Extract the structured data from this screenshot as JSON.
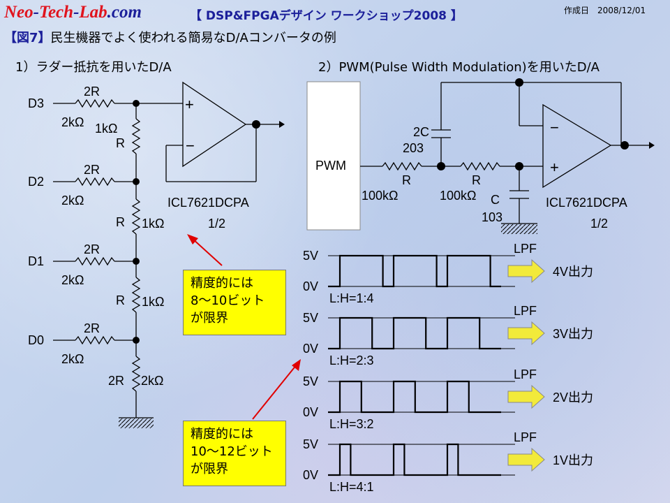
{
  "header": {
    "brand_parts": [
      "Neo",
      "-",
      "Tech",
      "-",
      "Lab",
      ".com"
    ],
    "workshop_title": "【 DSP&FPGAデザイン ワークショップ2008 】",
    "date": "作成日　2008/12/01"
  },
  "figure": {
    "tag": "【図7】",
    "title": "民生機器でよく使われる簡易なD/Aコンバータの例"
  },
  "left": {
    "subtitle": "1）ラダー抵抗を用いたD/A",
    "inputs": [
      "D3",
      "D2",
      "D1",
      "D0"
    ],
    "labels": {
      "r2": "2R",
      "r2k": "2kΩ",
      "r1k": "1kΩ",
      "r": "R",
      "opamp": "ICL7621DCPA",
      "half": "1/2",
      "plus": "+",
      "minus": "−"
    },
    "note1": [
      "精度的には",
      "8～10ビット",
      "が限界"
    ],
    "note2": [
      "精度的には",
      "10～12ビット",
      "が限界"
    ]
  },
  "right": {
    "subtitle": "2）PWM(Pulse Width Modulation)を用いたD/A",
    "pwm_label": "PWM",
    "cap_2c": "2C",
    "cap_2c_val": "203",
    "r_label": "R",
    "r_value": "100kΩ",
    "c_label": "C",
    "c_value": "103",
    "opamp": "ICL7621DCPA",
    "half": "1/2",
    "v_high": "5V",
    "v_low": "0V",
    "lpf": "LPF",
    "waveforms": [
      {
        "ratio": "L:H=1:4",
        "output": "4V出力"
      },
      {
        "ratio": "L:H=2:3",
        "output": "3V出力"
      },
      {
        "ratio": "L:H=3:2",
        "output": "2V出力"
      },
      {
        "ratio": "L:H=4:1",
        "output": "1V出力"
      }
    ]
  },
  "colors": {
    "brand_red": "#e0141e",
    "brand_blue": "#1b1f9a",
    "note_fill": "#ffff00",
    "arrow_red": "#e00000",
    "output_arrow": "#f2ea3a"
  }
}
